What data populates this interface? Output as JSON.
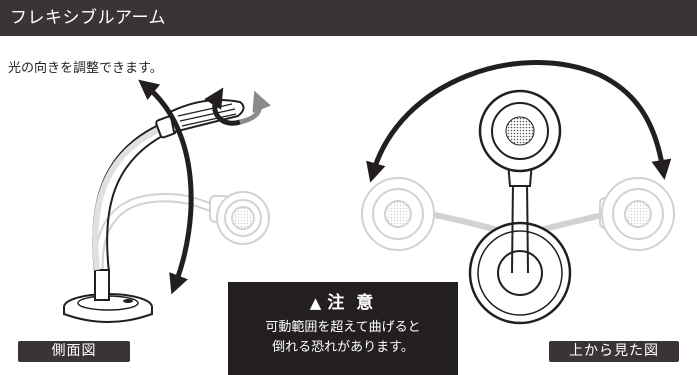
{
  "header": {
    "title": "フレキシブルアーム"
  },
  "description": "光の向きを調整できます。",
  "labels": {
    "side_view": "側面図",
    "top_view": "上から見た図"
  },
  "caution": {
    "icon": "warning-triangle-icon",
    "title": "注 意",
    "line1": "可動範囲を超えて曲げると",
    "line2": "倒れる恐れがあります。"
  }
}
